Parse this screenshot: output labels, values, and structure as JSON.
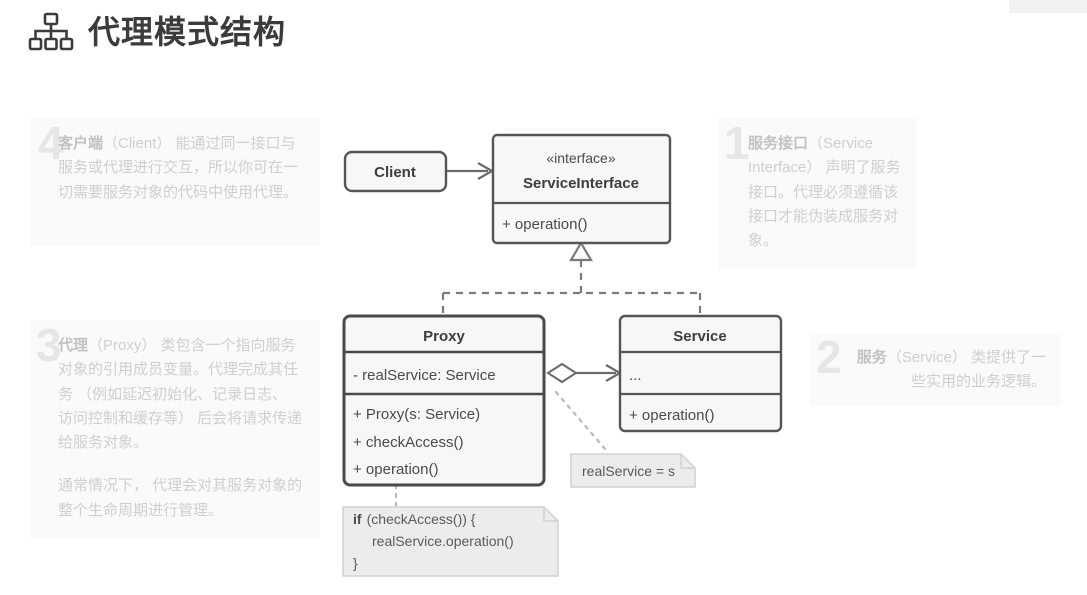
{
  "page": {
    "title": "代理模式结构",
    "title_icon": "sitemap-hierarchy-icon",
    "background": "#ffffff",
    "accent_text_color": "#cfcfcf",
    "uml_border_color": "#555555",
    "uml_fill_color": "#f7f7f7",
    "note_fill_color": "#ececec"
  },
  "cards": [
    {
      "id": "card4",
      "number": "4",
      "term": "客户端",
      "paragraphs": [
        "（Client） 能通过同一接口与服务或代理进行交互，所以你可在一切需要服务对象的代码中使用代理。"
      ]
    },
    {
      "id": "card3",
      "number": "3",
      "term": "代理",
      "paragraphs": [
        "（Proxy） 类包含一个指向服务对象的引用成员变量。代理完成其任务 （例如延迟初始化、记录日志、 访问控制和缓存等） 后会将请求传递给服务对象。",
        "通常情况下， 代理会对其服务对象的整个生命周期进行管理。"
      ]
    },
    {
      "id": "card1",
      "number": "1",
      "term": "服务接口",
      "paragraphs": [
        "（Service Interface） 声明了服务接口。代理必须遵循该接口才能伪装成服务对象。"
      ]
    },
    {
      "id": "card2",
      "number": "2",
      "term": "服务",
      "paragraphs": [
        "（Service） 类提供了一些实用的业务逻辑。"
      ]
    }
  ],
  "diagram": {
    "type": "uml-class-diagram",
    "classes": [
      {
        "key": "client",
        "name": "Client",
        "shape": "rounded-box",
        "stereotype": "",
        "attributes": [],
        "methods": []
      },
      {
        "key": "service_interface",
        "name": "ServiceInterface",
        "shape": "class-box",
        "stereotype": "«interface»",
        "attributes": [],
        "methods": [
          "+ operation()"
        ]
      },
      {
        "key": "proxy",
        "name": "Proxy",
        "shape": "class-box",
        "stereotype": "",
        "attributes": [
          "- realService: Service"
        ],
        "methods": [
          "+ Proxy(s: Service)",
          "+ checkAccess()",
          "+ operation()"
        ]
      },
      {
        "key": "service",
        "name": "Service",
        "shape": "class-box",
        "stereotype": "",
        "attributes": [
          "..."
        ],
        "methods": [
          "+ operation()"
        ]
      }
    ],
    "relations": [
      {
        "from": "client",
        "to": "service_interface",
        "type": "association",
        "style": "solid-open-arrow"
      },
      {
        "from": "proxy",
        "to": "service_interface",
        "type": "realization",
        "style": "dashed-hollow-triangle"
      },
      {
        "from": "service",
        "to": "service_interface",
        "type": "realization",
        "style": "dashed-hollow-triangle"
      },
      {
        "from": "proxy",
        "to": "service",
        "type": "aggregation",
        "style": "hollow-diamond-open-arrow"
      }
    ],
    "notes": [
      {
        "key": "note_assign",
        "lines": [
          "realService = s"
        ],
        "anchor": "proxy-aggregation"
      },
      {
        "key": "note_code",
        "lines": [
          "if (checkAccess()) {",
          "realService.operation()",
          "}"
        ],
        "bold_token": "if",
        "anchor": "proxy-operation"
      }
    ]
  }
}
